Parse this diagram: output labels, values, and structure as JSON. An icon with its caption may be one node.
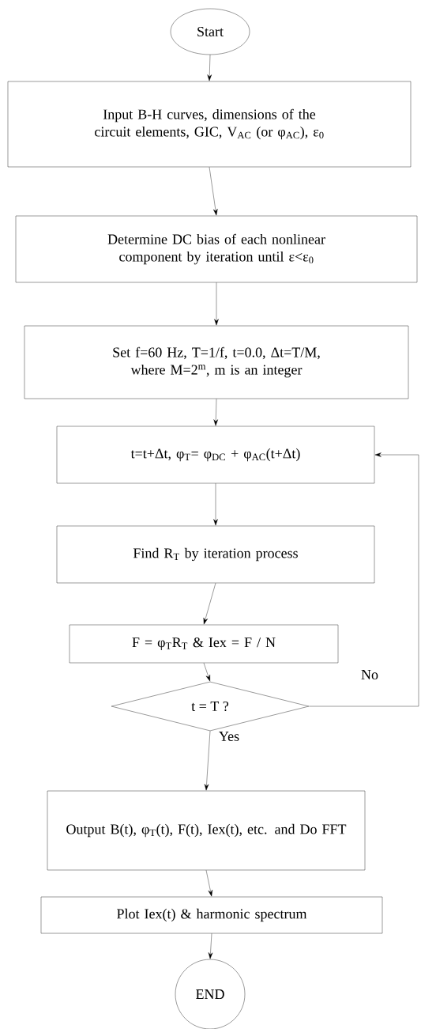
{
  "diagram": {
    "nodes": [
      {
        "text": [
          "Start"
        ]
      },
      {
        "text": [
          "Input B-H curves, dimensions of the circuit elements, GIC, V$_{AC}$ (or φ$_{AC}$), ε$_{0}$"
        ]
      },
      {
        "text": [
          "Determine DC bias of each nonlinear component by iteration until ε<ε$_{0}$"
        ]
      },
      {
        "text": [
          "Set f=60 Hz, T=1/f, t=0.0, Δt=T/M, where M=2$^{m}$, m is an integer"
        ]
      },
      {
        "text": [
          "t=t+Δt, φ$_{T}$= φ$_{DC}$ + φ$_{AC}$(t+Δt)"
        ]
      },
      {
        "text": [
          "Find R$_{T}$ by iteration process"
        ]
      },
      {
        "text": [
          "F = φ$_{T}$R$_{T}$ & Iex = F / N"
        ]
      },
      {
        "text": [
          "t = T ?"
        ]
      },
      {
        "text": [
          "Output B(t), φ$_{T}$(t), F(t), Iex(t), etc. and Do FFT"
        ]
      },
      {
        "text": [
          "Plot Iex(t) & harmonic spectrum"
        ]
      },
      {
        "text": [
          "END"
        ]
      }
    ],
    "edges": [
      {
        "from": 0,
        "to": 1,
        "arrow": "to"
      },
      {
        "from": 1,
        "to": 2,
        "arrow": "to"
      },
      {
        "from": 2,
        "to": 3,
        "arrow": "to"
      },
      {
        "from": 3,
        "to": 4,
        "arrow": "to"
      },
      {
        "from": 4,
        "to": 5,
        "arrow": "to"
      },
      {
        "from": 5,
        "to": 6,
        "arrow": "to"
      },
      {
        "from": 6,
        "to": 7,
        "arrow": "to"
      },
      {
        "from": 7,
        "to": 8,
        "arrow": "to",
        "label": "Yes"
      },
      {
        "from": 8,
        "to": 9,
        "arrow": "to"
      },
      {
        "from": 9,
        "to": 10,
        "arrow": "to"
      },
      {
        "from": 7,
        "to": 4,
        "arrow": "to",
        "label": "No"
      }
    ]
  }
}
